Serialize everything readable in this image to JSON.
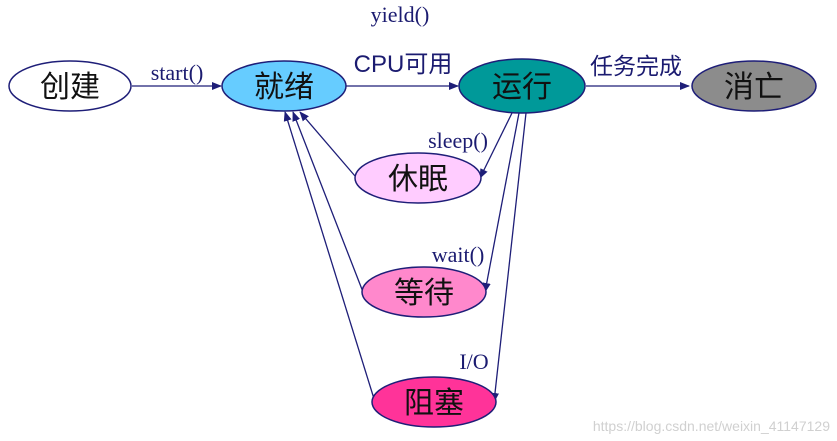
{
  "title": "yield()",
  "states": {
    "create": {
      "label": "创建",
      "color": "#ffffff"
    },
    "ready": {
      "label": "就绪",
      "color": "#66ccff"
    },
    "running": {
      "label": "运行",
      "color": "#009999"
    },
    "dead": {
      "label": "消亡",
      "color": "#8c8c8c"
    },
    "sleep": {
      "label": "休眠",
      "color": "#ffccff"
    },
    "wait": {
      "label": "等待",
      "color": "#ff88cc"
    },
    "blocked": {
      "label": "阻塞",
      "color": "#ff3399"
    }
  },
  "transitions": {
    "start": "start()",
    "cpu_available": "CPU可用",
    "task_done": "任务完成",
    "sleep": "sleep()",
    "wait": "wait()",
    "io": "I/O"
  },
  "watermark": "https://blog.csdn.net/weixin_41147129",
  "edge_color": "#1e1e78"
}
